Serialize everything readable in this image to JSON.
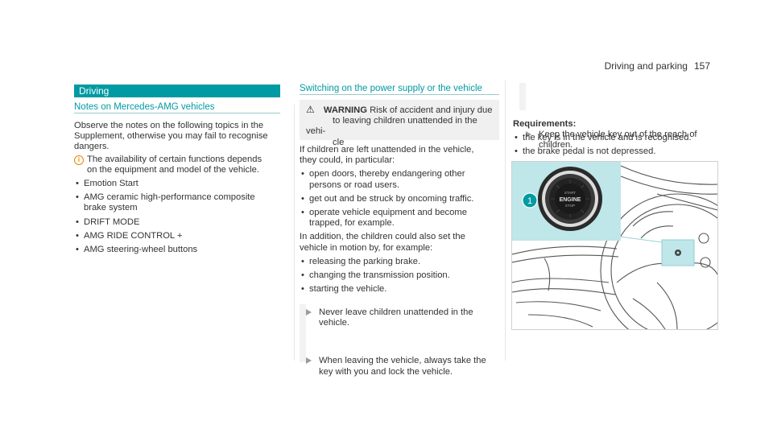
{
  "header": {
    "section": "Driving and parking",
    "page": "157"
  },
  "col1": {
    "band": "Driving",
    "title": "Notes on Mercedes-AMG vehicles",
    "intro": [
      "Observe the notes on the following topics in the",
      "Supplement, otherwise you may fail to recognise",
      "dangers."
    ],
    "note": [
      "The availability of certain functions depends",
      "on the equipment and model of the vehicle."
    ],
    "items": [
      [
        "Emotion Start"
      ],
      [
        "AMG ceramic high-performance composite",
        "brake system"
      ],
      [
        "DRIFT MODE"
      ],
      [
        "AMG RIDE CONTROL +"
      ],
      [
        "AMG steering-wheel buttons"
      ]
    ]
  },
  "col2": {
    "title": "Switching on the power supply or the vehicle",
    "warning_label": "WARNING",
    "warning_text": [
      "Risk of accident and injury due",
      "to leaving children unattended in the vehi-",
      "cle"
    ],
    "p1": [
      "If children are left unattended in the vehicle,",
      "they could, in particular:"
    ],
    "list1": [
      [
        "open doors, thereby endangering other",
        "persons or road users."
      ],
      [
        "get out and be struck by oncoming traffic."
      ],
      [
        "operate vehicle equipment and become",
        "trapped, for example."
      ]
    ],
    "p2": [
      "In addition, the children could also set the",
      "vehicle in motion by, for example:"
    ],
    "list2": [
      [
        "releasing the parking brake."
      ],
      [
        "changing the transmission position."
      ],
      [
        "starting the vehicle."
      ]
    ],
    "step1": [
      "Never leave children unattended in the",
      "vehicle."
    ],
    "step2": [
      "When leaving the vehicle, always take the",
      "key with you and lock the vehicle."
    ]
  },
  "col3": {
    "step": [
      "Keep the vehicle key out of the reach of",
      "children."
    ],
    "req_title": "Requirements:",
    "req": [
      [
        "the key is in the vehicle and is recognised."
      ],
      [
        "the brake pedal is not depressed."
      ]
    ],
    "callout": "1",
    "button_lines": [
      "START",
      "ENGINE",
      "STOP"
    ]
  },
  "colors": {
    "accent": "#009aa3",
    "inset": "#bfe6e8",
    "note_icon": "#e08a00"
  }
}
